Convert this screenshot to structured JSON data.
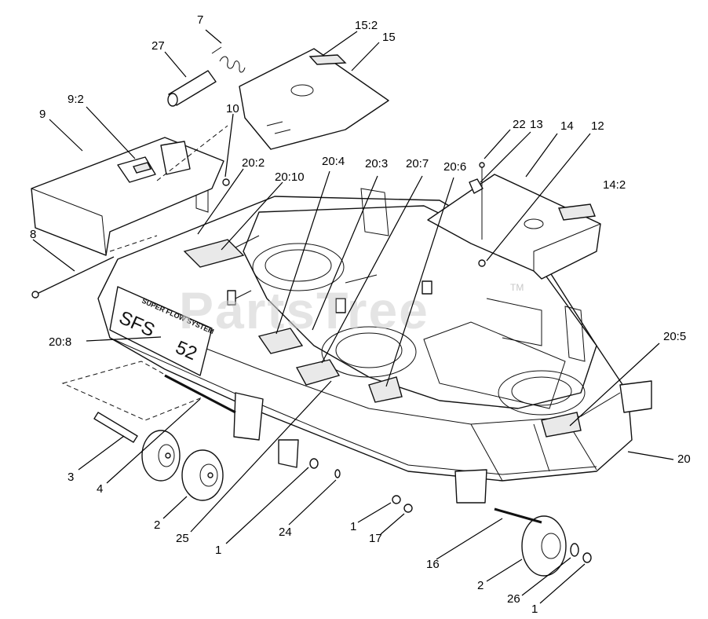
{
  "watermark": {
    "text": "PartsTree",
    "trademark": "TM"
  },
  "decal": {
    "line1": "SUPER FLOW SYSTEM",
    "model_letters": "SFS",
    "model_number": "52"
  },
  "callouts": [
    {
      "id": "c-7",
      "label": "7"
    },
    {
      "id": "c-27",
      "label": "27"
    },
    {
      "id": "c-15-2",
      "label": "15:2"
    },
    {
      "id": "c-15",
      "label": "15"
    },
    {
      "id": "c-9-2",
      "label": "9:2"
    },
    {
      "id": "c-9",
      "label": "9"
    },
    {
      "id": "c-10",
      "label": "10"
    },
    {
      "id": "c-20-2",
      "label": "20:2"
    },
    {
      "id": "c-20-10",
      "label": "20:10"
    },
    {
      "id": "c-20-4",
      "label": "20:4"
    },
    {
      "id": "c-20-3",
      "label": "20:3"
    },
    {
      "id": "c-20-7",
      "label": "20:7"
    },
    {
      "id": "c-20-6",
      "label": "20:6"
    },
    {
      "id": "c-22",
      "label": "22"
    },
    {
      "id": "c-13",
      "label": "13"
    },
    {
      "id": "c-14",
      "label": "14"
    },
    {
      "id": "c-12",
      "label": "12"
    },
    {
      "id": "c-14-2",
      "label": "14:2"
    },
    {
      "id": "c-8",
      "label": "8"
    },
    {
      "id": "c-20-8",
      "label": "20:8"
    },
    {
      "id": "c-20-5",
      "label": "20:5"
    },
    {
      "id": "c-20",
      "label": "20"
    },
    {
      "id": "c-3",
      "label": "3"
    },
    {
      "id": "c-4",
      "label": "4"
    },
    {
      "id": "c-2a",
      "label": "2"
    },
    {
      "id": "c-25",
      "label": "25"
    },
    {
      "id": "c-1a",
      "label": "1"
    },
    {
      "id": "c-24",
      "label": "24"
    },
    {
      "id": "c-1b",
      "label": "1"
    },
    {
      "id": "c-17",
      "label": "17"
    },
    {
      "id": "c-16",
      "label": "16"
    },
    {
      "id": "c-2b",
      "label": "2"
    },
    {
      "id": "c-26",
      "label": "26"
    },
    {
      "id": "c-1c",
      "label": "1"
    }
  ]
}
